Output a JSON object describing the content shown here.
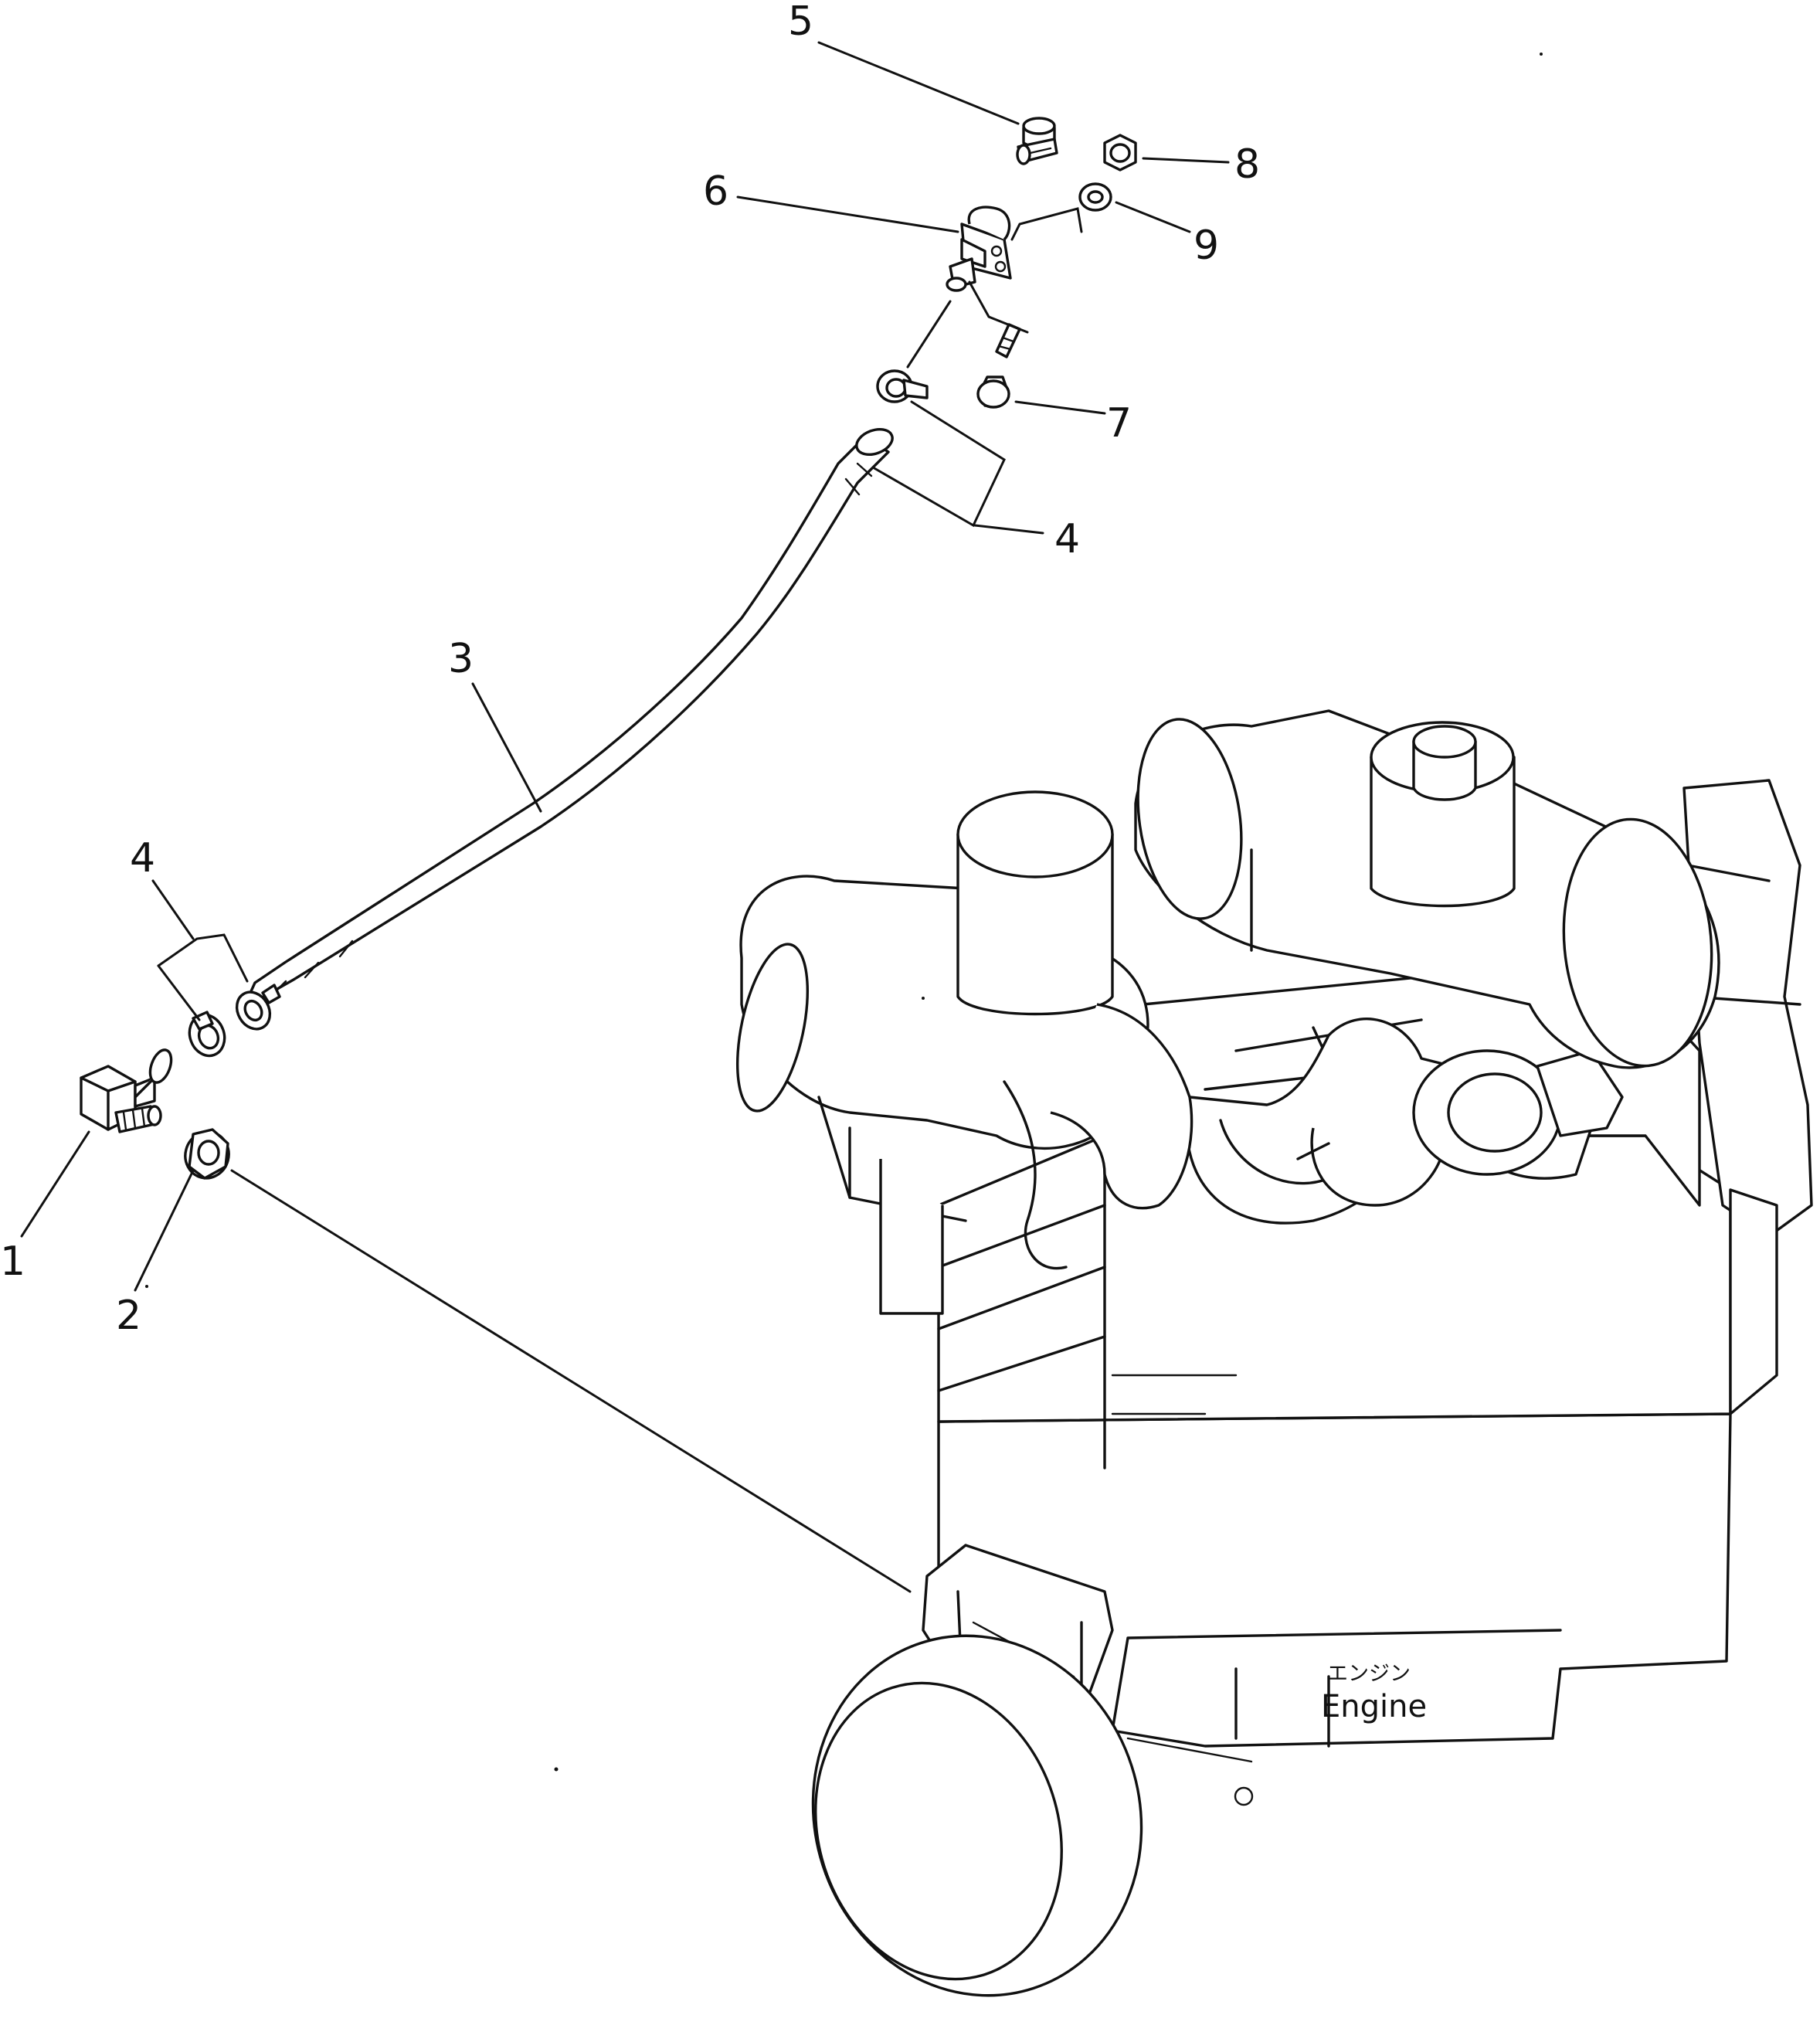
{
  "diagram": {
    "callouts": {
      "c1": "1",
      "c2": "2",
      "c3": "3",
      "c4a": "4",
      "c4b": "4",
      "c5": "5",
      "c6": "6",
      "c7": "7",
      "c8": "8",
      "c9": "9"
    },
    "engine_label_jp": "エンジン",
    "engine_label_en": "Engine"
  }
}
